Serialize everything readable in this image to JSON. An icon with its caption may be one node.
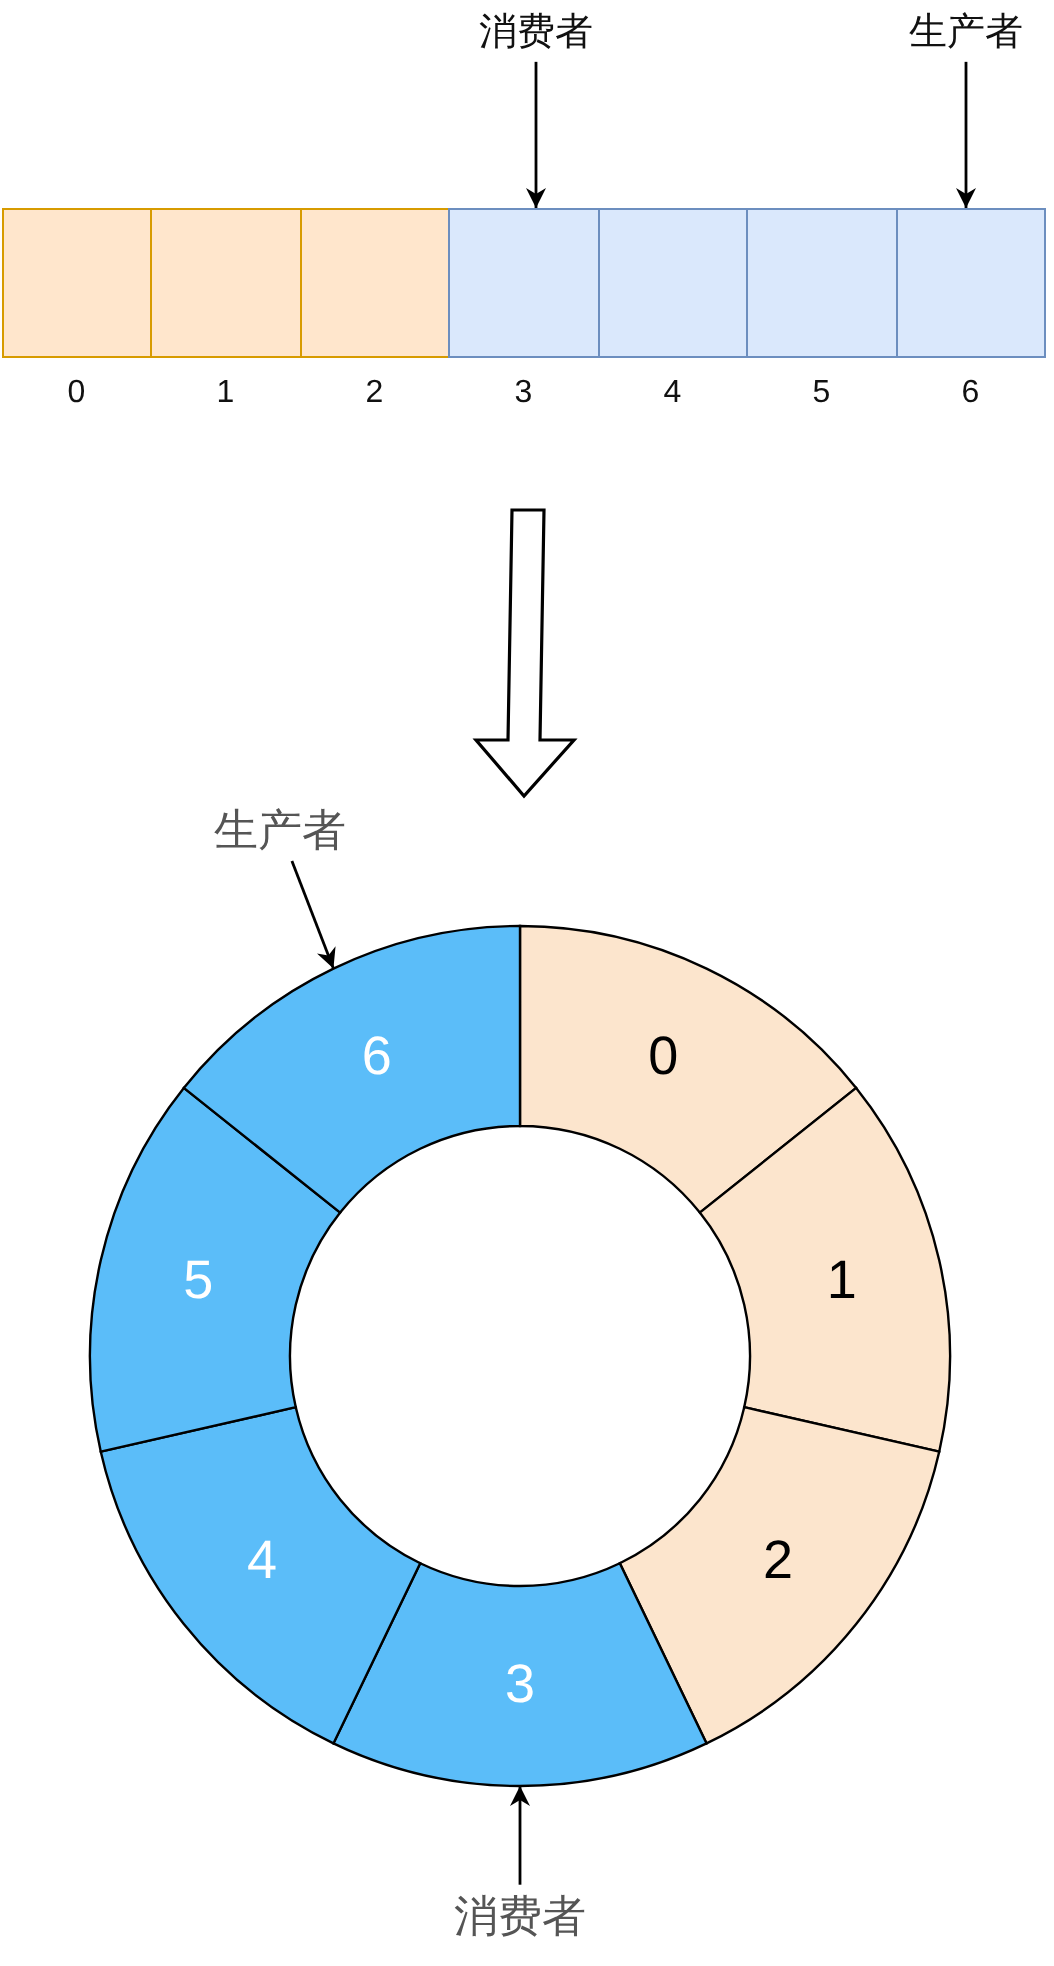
{
  "diagram": {
    "nodes": [
      {
        "text": [
          "消费者"
        ]
      },
      {
        "text": [
          "生产者"
        ]
      },
      {
        "text": [],
        "shape": "box",
        "beside": [
          "0"
        ]
      },
      {
        "text": [],
        "shape": "box",
        "beside": [
          "1"
        ]
      },
      {
        "text": [],
        "shape": "box",
        "beside": [
          "2"
        ]
      },
      {
        "text": [],
        "shape": "box",
        "beside": [
          "3"
        ]
      },
      {
        "text": [],
        "shape": "box",
        "beside": [
          "4"
        ]
      },
      {
        "text": [],
        "shape": "box",
        "beside": [
          "5"
        ]
      },
      {
        "text": [],
        "shape": "box",
        "beside": [
          "6"
        ]
      },
      {
        "text": [
          "生产者"
        ]
      },
      {
        "text": [
          "0"
        ]
      },
      {
        "text": [
          "1"
        ]
      },
      {
        "text": [
          "2"
        ]
      },
      {
        "text": [
          "3"
        ]
      },
      {
        "text": [
          "4"
        ]
      },
      {
        "text": [
          "5"
        ]
      },
      {
        "text": [
          "6"
        ]
      },
      {
        "text": [
          "消费者"
        ]
      }
    ],
    "edges": [
      {
        "from": 0,
        "to": 5,
        "arrow": "to"
      },
      {
        "from": 1,
        "to": 8,
        "arrow": "to"
      },
      {
        "from": 9,
        "to": 16,
        "arrow": "to"
      },
      {
        "from": 17,
        "to": 13,
        "arrow": "to"
      }
    ]
  }
}
